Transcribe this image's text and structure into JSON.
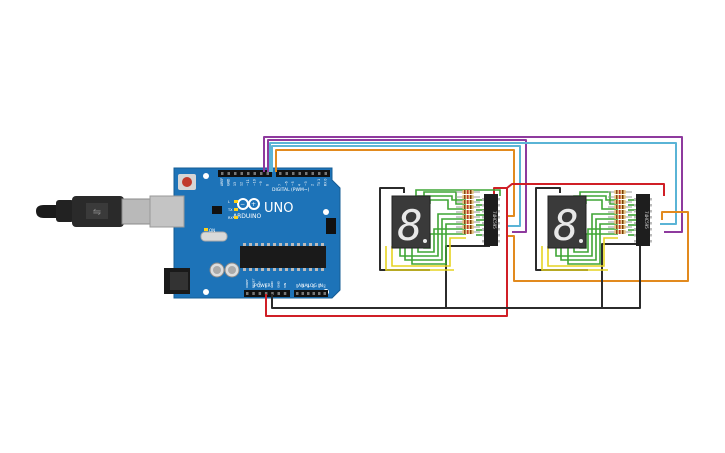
{
  "board": {
    "brand": "ARDUINO",
    "model": "UNO",
    "digital_label": "DIGITAL (PWM~)",
    "power_label": "POWER",
    "analog_label": "ANALOG IN",
    "left_header_pins": [
      "AREF",
      "GND",
      "13",
      "12",
      "~11",
      "~10",
      "~9",
      "8"
    ],
    "right_header_pins": [
      "7",
      "~6",
      "~5",
      "4",
      "~3",
      "2",
      "TX 1",
      "RX 0"
    ],
    "power_pins": [
      "IOREF",
      "RESET",
      "3.3V",
      "5V",
      "GND",
      "GND",
      "VIN"
    ],
    "analog_pins": [
      "A0",
      "A1",
      "A2",
      "A3",
      "A4",
      "A5"
    ],
    "leds": [
      "L",
      "TX",
      "RX"
    ],
    "on_led": "ON"
  },
  "driver_chips": [
    {
      "label": "74HC595"
    },
    {
      "label": "74HC595"
    }
  ],
  "displays": [
    {
      "digit": "8"
    },
    {
      "digit": "8"
    }
  ],
  "wire_colors": {
    "purple": "#8e3a9e",
    "cyan": "#5ab4d6",
    "orange": "#e28a1e",
    "red": "#d01f26",
    "black": "#2b2b2b",
    "green": "#3fa535",
    "yellow": "#e6d321"
  },
  "board_color": "#1d73b8"
}
